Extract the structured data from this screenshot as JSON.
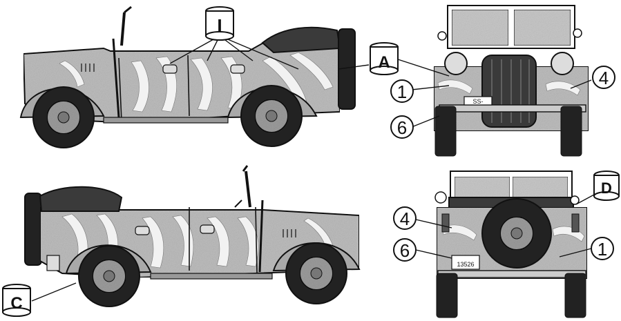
{
  "callouts": {
    "paint_top_center": "I",
    "paint_a": "A",
    "paint_c": "C",
    "paint_d": "D",
    "front_num_1": "1",
    "front_num_4": "4",
    "front_num_6": "6",
    "rear_num_4": "4",
    "rear_num_6": "6",
    "rear_num_1": "1"
  },
  "plates": {
    "front_plate": "SS-",
    "rear_plate": "13526"
  },
  "colors": {
    "ink": "#111111",
    "base_gray": "#b9b9b9",
    "stripe_white": "#f2f2f2",
    "tyre": "#222222",
    "canvas_top": "#3a3a3a"
  }
}
